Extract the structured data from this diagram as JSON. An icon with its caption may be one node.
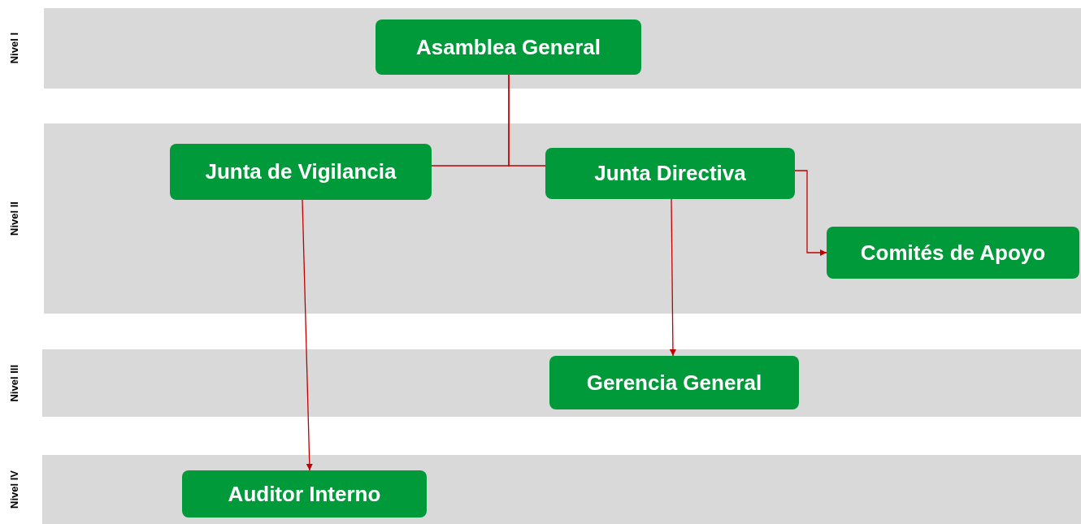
{
  "diagram": {
    "nodes": [
      {
        "text": [
          "Nivel I"
        ]
      },
      {
        "text": [
          "Asamblea General"
        ],
        "in": 0
      },
      {
        "text": [
          "Nivel II"
        ]
      },
      {
        "text": [
          "Junta de Vigilancia"
        ],
        "in": 2
      },
      {
        "text": [
          "Junta Directiva"
        ],
        "in": 2
      },
      {
        "text": [
          "Comités de Apoyo"
        ],
        "in": 2
      },
      {
        "text": [
          "Nivel III"
        ]
      },
      {
        "text": [
          "Gerencia General"
        ],
        "in": 6
      },
      {
        "text": [
          "Nivel IV"
        ]
      },
      {
        "text": [
          "Auditor Interno"
        ],
        "in": 8
      }
    ],
    "edges": [
      {
        "from": 1,
        "to": 3,
        "arrow": "none"
      },
      {
        "from": 1,
        "to": 4,
        "arrow": "none"
      },
      {
        "from": 4,
        "to": 5,
        "arrow": "to"
      },
      {
        "from": 4,
        "to": 7,
        "arrow": "to"
      },
      {
        "from": 3,
        "to": 9,
        "arrow": "to"
      }
    ]
  }
}
